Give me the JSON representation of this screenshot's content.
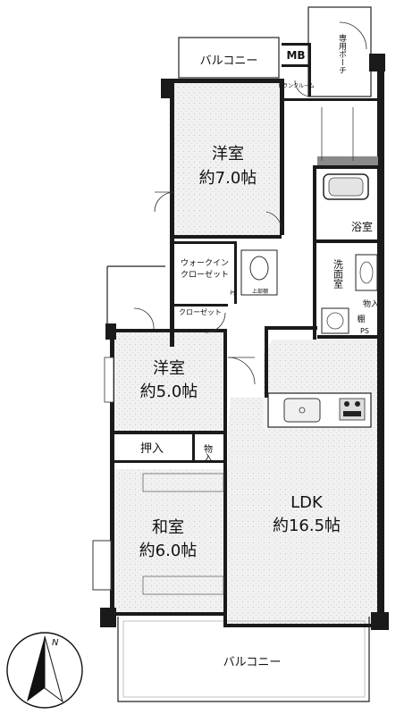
{
  "rooms": {
    "yoshitsu_1": {
      "name": "洋室",
      "size": "約7.0帖"
    },
    "yoshitsu_2": {
      "name": "洋室",
      "size": "約5.0帖"
    },
    "washitsu": {
      "name": "和室",
      "size": "約6.0帖"
    },
    "ldk": {
      "name": "LDK",
      "size": "約16.5帖"
    },
    "bath": "浴室",
    "washroom": "洗面室",
    "walkin": "ウォークイン\nクローゼット",
    "walkin_line1": "ウォークイン",
    "walkin_line2": "クローゼット",
    "closet": "クローゼット",
    "oshiire": "押入",
    "monoire_a": "物入",
    "monoire_b": "物入",
    "tana": "棚",
    "ps_a": "PS",
    "ps_b": "PS",
    "jokadan": "上部棚"
  },
  "balconies": {
    "top": "バルコニー",
    "bottom": "バルコニー"
  },
  "porch": "専用ポーチ",
  "mb": "MB",
  "trunk_room": "トランクルーム",
  "compass": {
    "north": "N"
  }
}
